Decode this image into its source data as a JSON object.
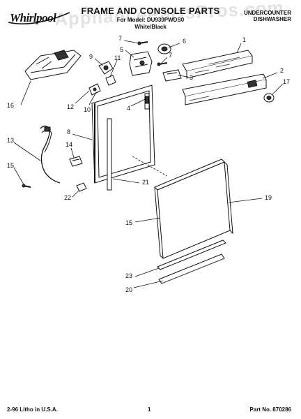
{
  "header": {
    "brand": "Whirlpool",
    "title": "FRAME AND CONSOLE PARTS",
    "model_line": "For Model: DU930PWDS0",
    "color_line": "White/Black",
    "appliance_type_1": "UNDERCOUNTER",
    "appliance_type_2": "DISHWASHER",
    "watermark": "AppliancePartsPros.com"
  },
  "footer": {
    "print_info": "2-96 Litho in U.S.A.",
    "page_number": "1",
    "part_number": "Part No. 870286"
  },
  "callouts": [
    "1",
    "2",
    "3",
    "4",
    "5",
    "6",
    "7",
    "7",
    "8",
    "9",
    "10",
    "11",
    "12",
    "13",
    "14",
    "15",
    "15",
    "16",
    "17",
    "19",
    "20",
    "21",
    "22",
    "23"
  ]
}
